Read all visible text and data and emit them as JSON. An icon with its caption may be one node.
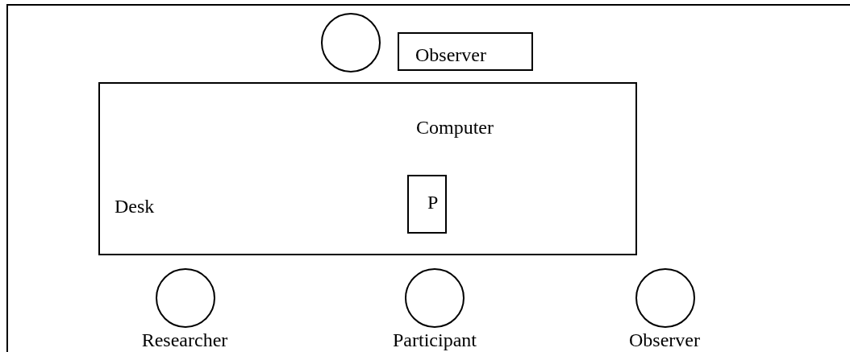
{
  "diagram": {
    "nodes": [
      {
        "text": [],
        "shape": "box"
      },
      {
        "text": [],
        "shape": "circle",
        "in": 0
      },
      {
        "text": [
          "Observer"
        ],
        "in": 0
      },
      {
        "text": [
          "Computer",
          "Desk"
        ],
        "in": 0
      },
      {
        "text": [
          "P"
        ],
        "in": 3
      },
      {
        "text": [],
        "shape": "circle",
        "in": 0,
        "beside": [
          "Researcher"
        ]
      },
      {
        "text": [],
        "shape": "circle",
        "in": 0,
        "beside": [
          "Participant"
        ]
      },
      {
        "text": [],
        "shape": "circle",
        "in": 0,
        "beside": [
          "Observer"
        ]
      }
    ]
  }
}
